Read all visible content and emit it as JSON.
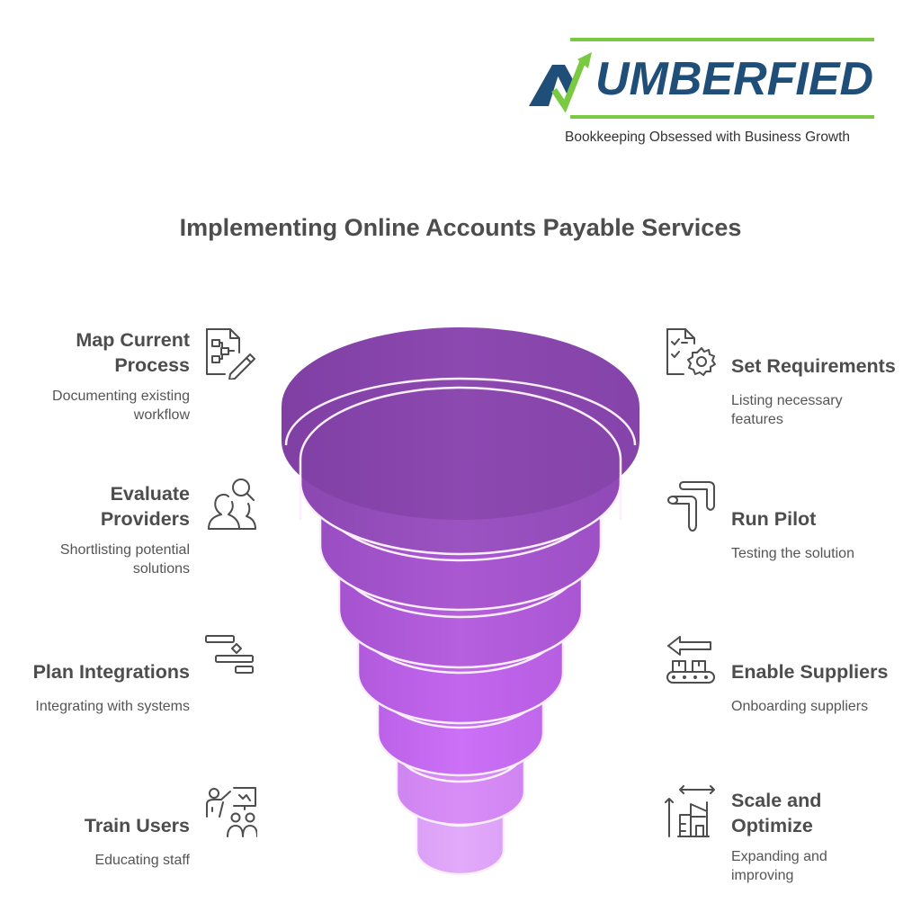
{
  "brand": {
    "name": "NUMBERFIED",
    "name_rest": "UMBERFIED",
    "tagline": "Bookkeeping Obsessed with Business Growth",
    "colors": {
      "navy": "#1f4e79",
      "green": "#7ac943"
    }
  },
  "title": "Implementing Online Accounts Payable Services",
  "funnel": {
    "colors": [
      "#8a47ad",
      "#9c52c0",
      "#a855d0",
      "#b35ddb",
      "#c062e6",
      "#c86bf2",
      "#d58af4",
      "#dfa6f8"
    ],
    "outline": "#fbeefd"
  },
  "steps": {
    "left": [
      {
        "title_l1": "Map Current",
        "title_l2": "Process",
        "desc_l1": "Documenting existing",
        "desc_l2": "workflow",
        "icon": "process-map-icon"
      },
      {
        "title_l1": "Evaluate",
        "title_l2": "Providers",
        "desc_l1": "Shortlisting potential",
        "desc_l2": "solutions",
        "icon": "people-search-icon"
      },
      {
        "title_l1": "Plan Integrations",
        "desc_l1": "Integrating with systems",
        "icon": "gantt-plan-icon"
      },
      {
        "title_l1": "Train Users",
        "desc_l1": "Educating staff",
        "icon": "presentation-training-icon"
      }
    ],
    "right": [
      {
        "title_l1": "Set Requirements",
        "desc_l1": "Listing necessary",
        "desc_l2": "features",
        "icon": "checklist-gear-icon"
      },
      {
        "title_l1": "Run Pilot",
        "desc_l1": "Testing the solution",
        "icon": "pipeline-icon"
      },
      {
        "title_l1": "Enable Suppliers",
        "desc_l1": "Onboarding suppliers",
        "icon": "conveyor-arrow-icon"
      },
      {
        "title_l1": "Scale and",
        "title_l2": "Optimize",
        "desc_l1": "Expanding and",
        "desc_l2": "improving",
        "icon": "scale-building-icon"
      }
    ]
  }
}
